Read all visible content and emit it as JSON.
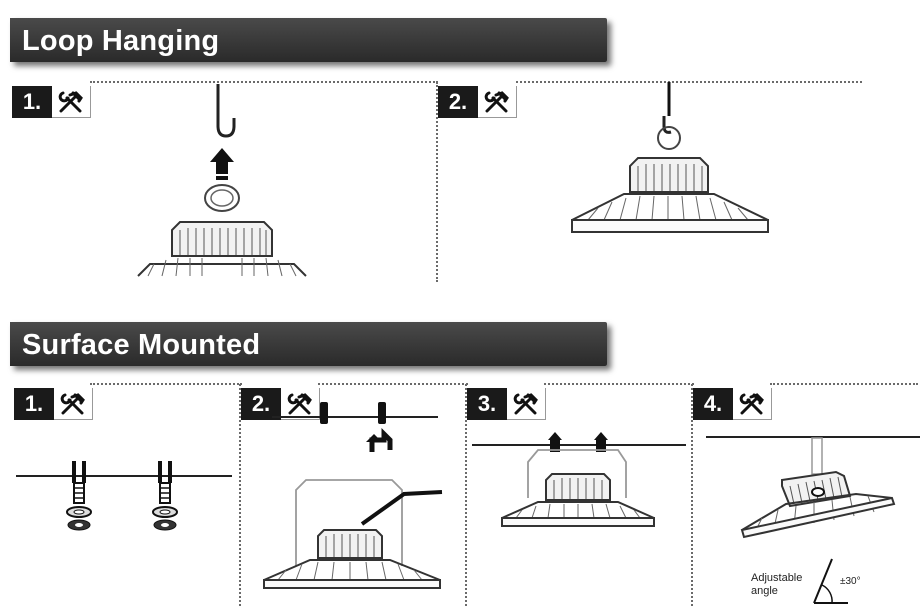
{
  "sections": {
    "loop": {
      "title": "Loop Hanging",
      "steps": [
        "1.",
        "2."
      ]
    },
    "surface": {
      "title": "Surface Mounted",
      "steps": [
        "1.",
        "2.",
        "3.",
        "4."
      ]
    }
  },
  "icons": {
    "tool": "hammer-wrench-icon"
  },
  "annotations": {
    "adjustable_line1": "Adjustable",
    "adjustable_line2": "angle",
    "angle_value": "±30°"
  },
  "colors": {
    "banner": "#333333",
    "step_badge": "#1a1a1a",
    "line": "#222222"
  }
}
